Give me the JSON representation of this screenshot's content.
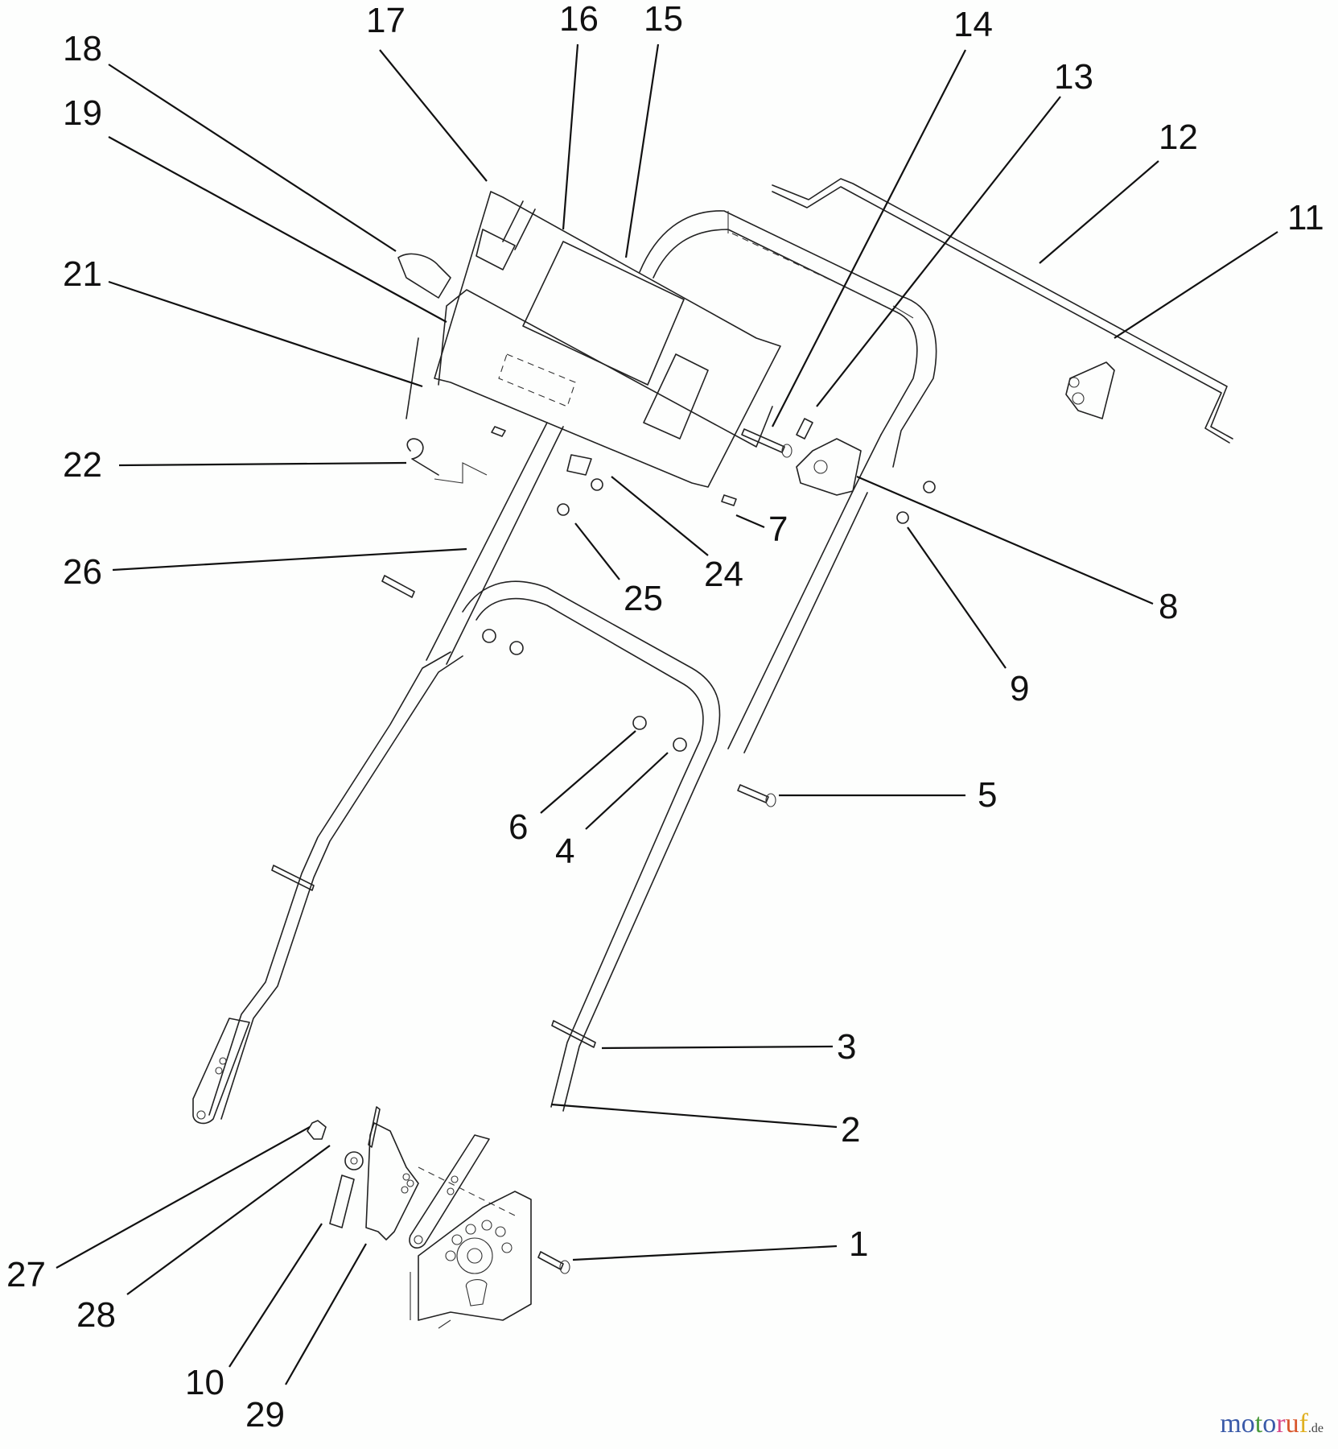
{
  "diagram": {
    "type": "exploded parts diagram",
    "subject": "lawn mower handle assembly",
    "callouts": [
      "1",
      "2",
      "3",
      "4",
      "5",
      "6",
      "7",
      "8",
      "9",
      "10",
      "11",
      "12",
      "13",
      "14",
      "15",
      "16",
      "17",
      "18",
      "19",
      "21",
      "22",
      "24",
      "25",
      "26",
      "27",
      "28",
      "29"
    ]
  },
  "labels": {
    "l1": "1",
    "l2": "2",
    "l3": "3",
    "l4": "4",
    "l5": "5",
    "l6": "6",
    "l7": "7",
    "l8": "8",
    "l9": "9",
    "l10": "10",
    "l11": "11",
    "l12": "12",
    "l13": "13",
    "l14": "14",
    "l15": "15",
    "l16": "16",
    "l17": "17",
    "l18": "18",
    "l19": "19",
    "l21": "21",
    "l22": "22",
    "l24": "24",
    "l25": "25",
    "l26": "26",
    "l27": "27",
    "l28": "28",
    "l29": "29"
  },
  "watermark": {
    "letters": [
      "m",
      "o",
      "t",
      "o",
      "r",
      "u",
      "f"
    ],
    "colors": [
      "#3a5aa8",
      "#3a5aa8",
      "#4a9a3a",
      "#3a5aa8",
      "#d84a8a",
      "#d8552a",
      "#e0b020"
    ],
    "tld": ".de"
  }
}
